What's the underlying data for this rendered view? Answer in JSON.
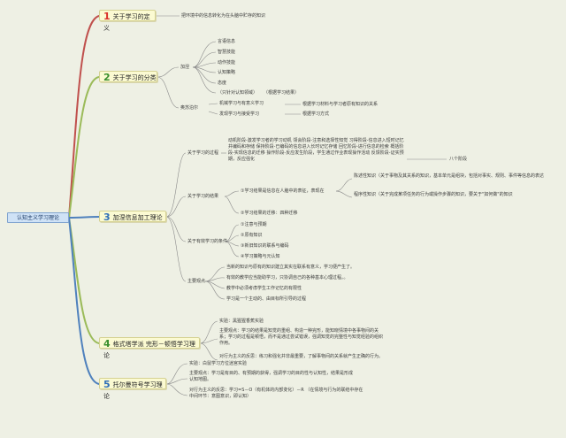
{
  "root": {
    "label": "认知主义学习理论"
  },
  "topics": [
    {
      "num": "1",
      "num_color": "#d9302a",
      "label": "关于学习的定义"
    },
    {
      "num": "2",
      "num_color": "#3a8f2d",
      "label": "关于学习的分类"
    },
    {
      "num": "3",
      "num_color": "#2f6fb8",
      "label": "加涅信息加工理论"
    },
    {
      "num": "4",
      "num_color": "#3a8f2d",
      "label": "格式塔学派 完形－顿悟学习理论"
    },
    {
      "num": "5",
      "num_color": "#2f6fb8",
      "label": "托尔曼符号学习理论"
    }
  ],
  "t1": {
    "definition": "把环境中的信息转化为在头脑中贮存的知识"
  },
  "t2": {
    "jiahe": "加涅",
    "jiahe_items": [
      "言语信息",
      "智慧技能",
      "动作技能",
      "认知策略",
      "态度"
    ],
    "jiahe_note1": "（只针对认知领域）",
    "jiahe_note2": "（根据学习结果）",
    "ausubel": "奥苏泊尔",
    "ausubel_items": [
      "机械学习与有意义学习",
      "发现学习与接受学习"
    ],
    "ausubel_notes": [
      "根据学习材料与学习者原有知识的关系",
      "根据学习方式"
    ]
  },
  "t3": {
    "process_label": "关于学习的过程",
    "process_text": "动机阶段-激发学习者的学习动机 领会阶段-注意和选择性知觉 习得阶段-信息进入短时记忆并编码和存储 保持阶段-已编码的信息进入长时记忆存储 回忆阶段-进行信息的检索 概括阶段-实现信息的迁移 操作阶段-反应发生阶段，学生通过作业表现操作活动 反馈阶段-证实预期，反应强化",
    "process_side": "八个阶段",
    "result_label": "关于学习的结果",
    "result_item1": "①学习结果是信息在人脑中的表征，表现在",
    "result_sub": [
      "陈述性知识（关于事物及其关系的知识，基本单元是组块，包括对事实、规则、事件等信息的表达",
      "程序性知识（关于完成某项任务的行为或操作步骤的知识，要关于\"如何做\"的知识"
    ],
    "result_item2": "②学习结果的迁移：四种迁移",
    "condition_label": "关于有效学习的条件",
    "condition_items": [
      "①注意与预期",
      "②原有知识",
      "③新旧知识的联系与编码",
      "④学习策略与元认知"
    ],
    "main_label": "主要观点",
    "main_items": [
      "当新的知识与原有的知识建立其实在联系有意义，学习便产生了。",
      "有效的教学应当能助学习，只协调自己的各种基本心理过程。。",
      "教学中必须考虑学生工作记忆的有限性",
      "学习是一个主动的、由目标所引导的过程"
    ]
  },
  "t4": {
    "items": [
      "实验：黑猩猩香蕉实验",
      "主要观点：学习的结果是知觉的重组、构造一种完形，能知晓情境中各事物间的关系；学习的过程是顿悟，而不是通过尝试错误，强调知觉的完整性与知觉经验的组织作用。",
      "对行为主义的反思：练习和强化并非最重要，了解事物间的关系就产生正确的行为。"
    ]
  },
  "t5": {
    "items": [
      "实验：白鼠学习方位迷宫实验",
      "主要观点：学习是有目的、有预期的获得，强调学习的目的性与认知性，结果是形成认知地图。",
      "对行为主义的反思：学习=S－O（有机体的内部变化）－R （在情境与行为的联结中存在中间环节：意图意识，即认知）"
    ]
  }
}
